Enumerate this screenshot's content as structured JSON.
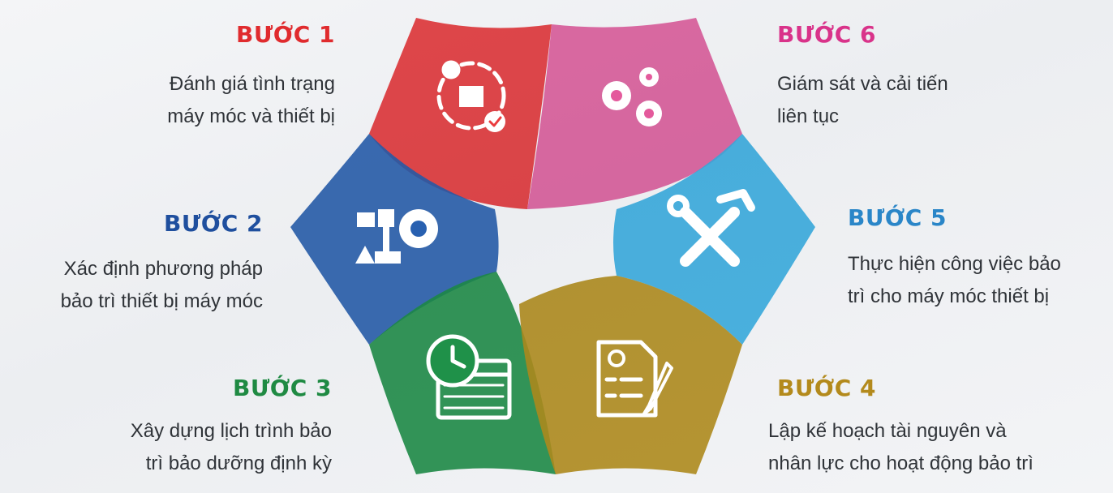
{
  "colors": {
    "step1": "#ea3b3e",
    "step2": "#2860b0",
    "step3": "#1f9149",
    "step4": "#b8911e",
    "step5": "#3bb2e6",
    "step6": "#e45a9c",
    "title_step1": "#e02b2e",
    "title_step2": "#1f4f9e",
    "title_step3": "#1f8a43",
    "title_step4": "#b38a1c",
    "title_step5": "#2a86c8",
    "title_step6": "#d9338a"
  },
  "steps": [
    {
      "title": "BƯỚC 1",
      "desc": [
        "Đánh giá tình trạng",
        "máy móc và thiết bị"
      ],
      "icon": "maintenance-assessment-icon"
    },
    {
      "title": "BƯỚC 2",
      "desc": [
        "Xác định phương pháp",
        "bảo trì thiết bị máy móc"
      ],
      "icon": "industrial-machinery-icon"
    },
    {
      "title": "BƯỚC 3",
      "desc": [
        "Xây dựng lịch trình bảo",
        "trì bảo dưỡng định kỳ"
      ],
      "icon": "clock-calendar-icon"
    },
    {
      "title": "BƯỚC 4",
      "desc": [
        "Lập kế hoạch tài nguyên và",
        "nhân lực cho hoạt động bảo trì"
      ],
      "icon": "planning-document-icon"
    },
    {
      "title": "BƯỚC 5",
      "desc": [
        "Thực hiện công việc bảo",
        "trì cho máy móc thiết bị"
      ],
      "icon": "wrench-hammer-icon"
    },
    {
      "title": "BƯỚC 6",
      "desc": [
        "Giám sát và cải tiến",
        "liên tục"
      ],
      "icon": "gears-icon"
    }
  ]
}
